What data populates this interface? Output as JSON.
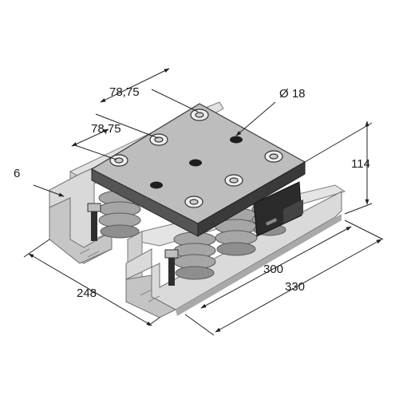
{
  "dimensions": {
    "top_spacing": "78,75",
    "bottom_spacing": "78,75",
    "bolt_diameter": "Ø 18",
    "rail_thickness": "6",
    "height": "114",
    "width": "248",
    "inner_length": "300",
    "outer_length": "330"
  },
  "colors": {
    "plate_top": "#b9b9b9",
    "plate_side": "#3e3e3e",
    "rail": "#d6d6d6",
    "rail_edge": "#7a7a7a",
    "spring": "#9a9a9a",
    "bolt": "#eeeeee",
    "damper": "#2a2a2a",
    "line": "#222222"
  }
}
